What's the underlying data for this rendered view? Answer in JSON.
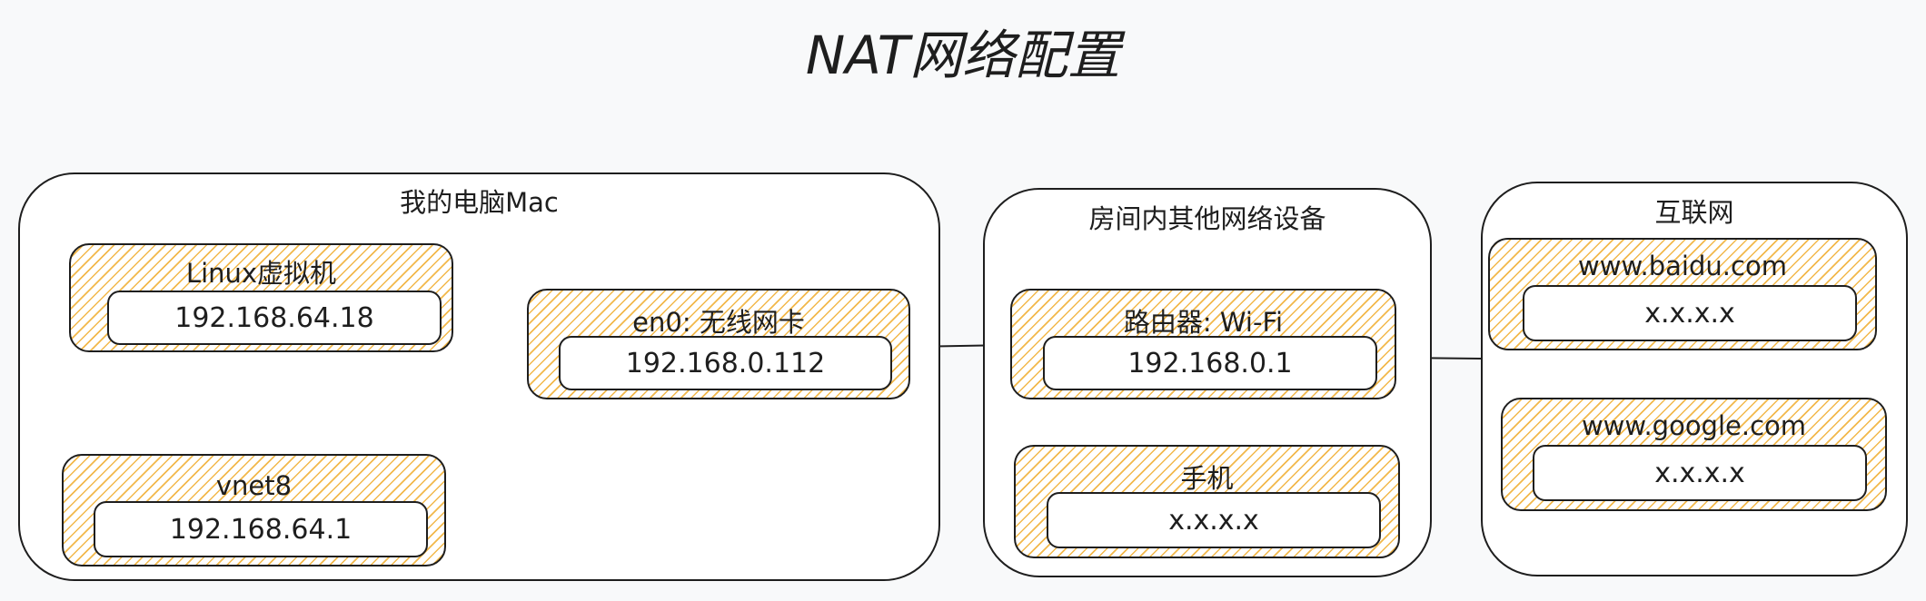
{
  "title": "NAT网络配置",
  "groups": {
    "mac": {
      "label": "我的电脑Mac"
    },
    "room": {
      "label": "房间内其他网络设备"
    },
    "internet": {
      "label": "互联网"
    }
  },
  "nodes": {
    "linux_vm": {
      "label": "Linux虚拟机",
      "ip": "192.168.64.18"
    },
    "vnet8": {
      "label": "vnet8",
      "ip": "192.168.64.1"
    },
    "en0": {
      "label": "en0: 无线网卡",
      "ip": "192.168.0.112"
    },
    "router": {
      "label": "路由器: Wi-Fi",
      "ip": "192.168.0.1"
    },
    "phone": {
      "label": "手机",
      "ip": "x.x.x.x"
    },
    "baidu": {
      "label": "www.baidu.com",
      "ip": "x.x.x.x"
    },
    "google": {
      "label": "www.google.com",
      "ip": "x.x.x.x"
    }
  },
  "colors": {
    "hatch": "#f2b84b",
    "stroke": "#1e1e1e",
    "background": "#f8f9fa",
    "panel": "#ffffff"
  }
}
